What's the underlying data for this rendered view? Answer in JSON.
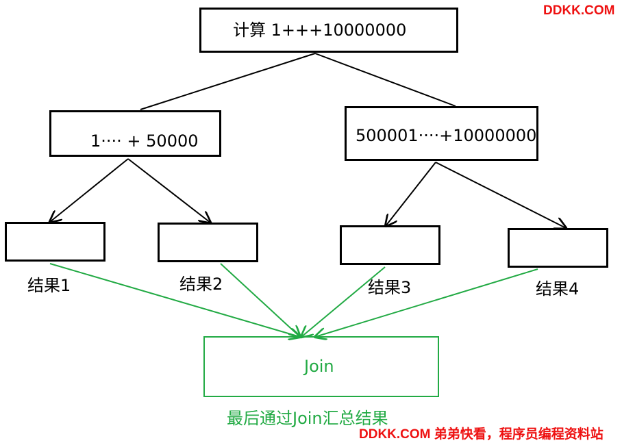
{
  "root": {
    "text": "计算 1+++10000000"
  },
  "mid_left": {
    "text": "1····  + 50000"
  },
  "mid_right": {
    "text": "500001····+10000000"
  },
  "leaves": [
    {
      "label": "结果1"
    },
    {
      "label": "结果2"
    },
    {
      "label": "结果3"
    },
    {
      "label": "结果4"
    }
  ],
  "join": {
    "text": "Join",
    "caption": "最后通过Join汇总结果"
  },
  "watermark": {
    "top": "DDKK.COM",
    "bottom": "DDKK.COM 弟弟快看，程序员编程资料站"
  },
  "colors": {
    "stroke": "#000000",
    "join": "#22aa44",
    "watermark": "#ee1111"
  }
}
